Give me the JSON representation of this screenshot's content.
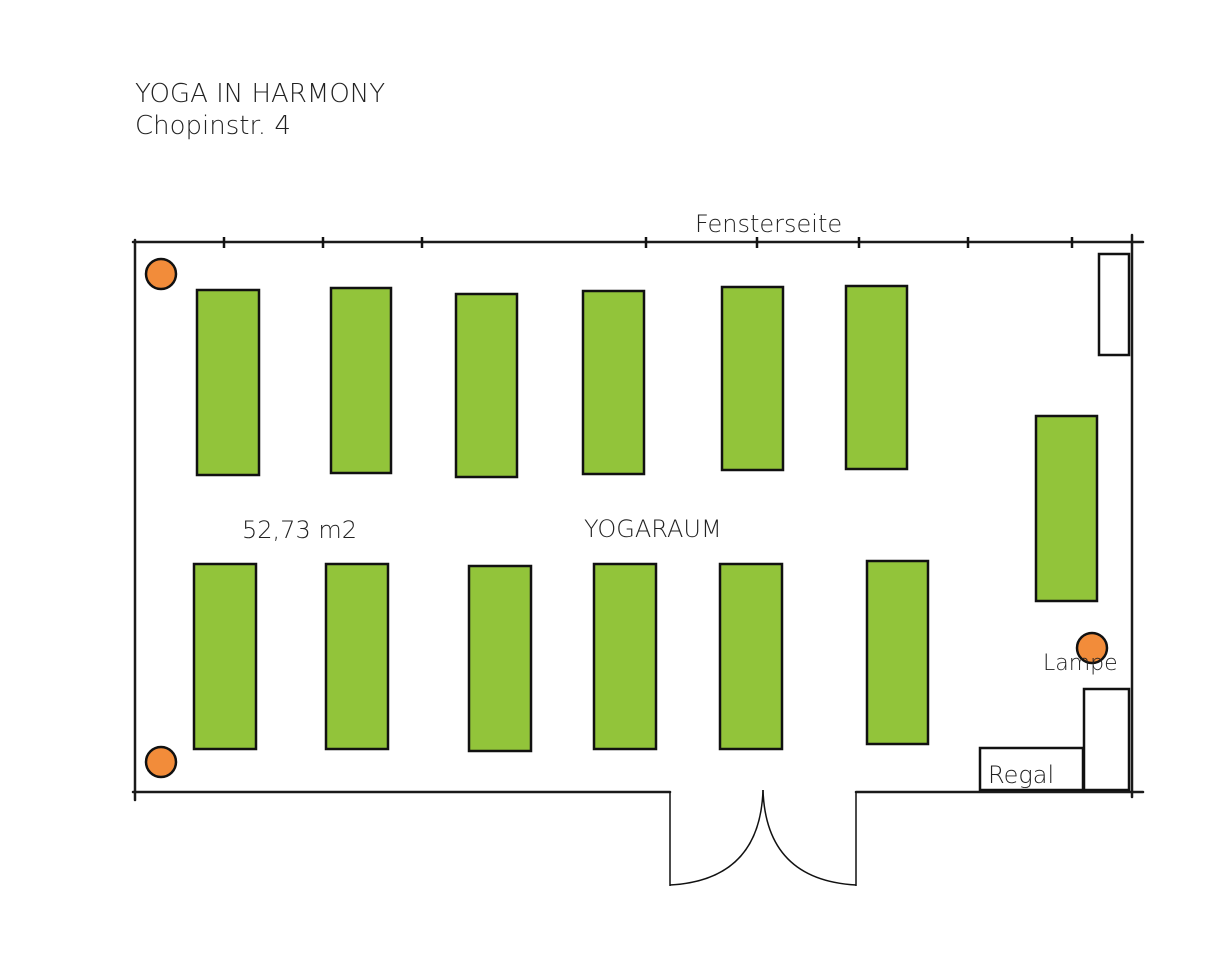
{
  "header": {
    "title": "YOGA IN HARMONY",
    "address": "Chopinstr. 4"
  },
  "plan": {
    "window_side_label": "Fensterseite",
    "area_label": "52,73 m2",
    "room_label": "YOGARAUM",
    "lamp_label": "Lampe",
    "shelf_label": "Regal",
    "mat_count": 13,
    "lamp_count": 3
  },
  "colors": {
    "mat": "#92c43a",
    "lamp": "#f28c3a",
    "wall": "#1a1a1a"
  }
}
